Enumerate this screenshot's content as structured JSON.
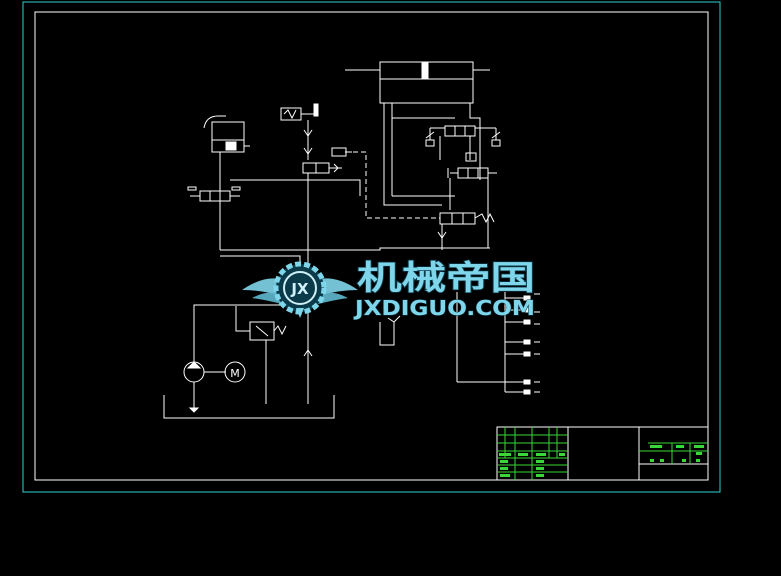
{
  "colors": {
    "background": "#000000",
    "outer_border": "#2fd0d0",
    "lines": "#ffffff",
    "title_block_green": "#37d837",
    "watermark_blue": "#7fd6ea",
    "watermark_dark": "#0b3a4a"
  },
  "motor_label": "M",
  "watermark": {
    "title": "机械帝国",
    "url": "JXDIGUO.COM",
    "logo_letters": "JX"
  }
}
